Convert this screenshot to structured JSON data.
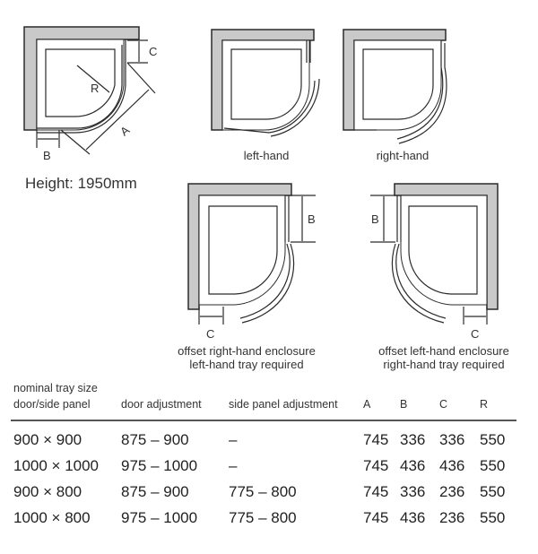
{
  "diagrams": {
    "main": {
      "labels": {
        "A": "A",
        "B": "B",
        "C": "C",
        "R": "R"
      },
      "height_text": "Height: 1950mm"
    },
    "left_hand": {
      "caption": "left-hand"
    },
    "right_hand": {
      "caption": "right-hand"
    },
    "offset_right": {
      "dim_b": "B",
      "dim_c": "C",
      "caption_line1": "offset right-hand enclosure",
      "caption_line2": "left-hand tray required"
    },
    "offset_left": {
      "dim_b": "B",
      "dim_c": "C",
      "caption_line1": "offset left-hand enclosure",
      "caption_line2": "right-hand tray required"
    }
  },
  "table": {
    "header_top": "nominal tray size",
    "columns": [
      "door/side panel",
      "door adjustment",
      "side panel adjustment",
      "A",
      "B",
      "C",
      "R"
    ],
    "rows": [
      [
        "900 × 900",
        "875 – 900",
        "–",
        "745",
        "336",
        "336",
        "550"
      ],
      [
        "1000 × 1000",
        "975 – 1000",
        "–",
        "745",
        "436",
        "436",
        "550"
      ],
      [
        "900 × 800",
        "875 – 900",
        "775 – 800",
        "745",
        "336",
        "236",
        "550"
      ],
      [
        "1000 × 800",
        "975 – 1000",
        "775 – 800",
        "745",
        "436",
        "236",
        "550"
      ]
    ]
  }
}
